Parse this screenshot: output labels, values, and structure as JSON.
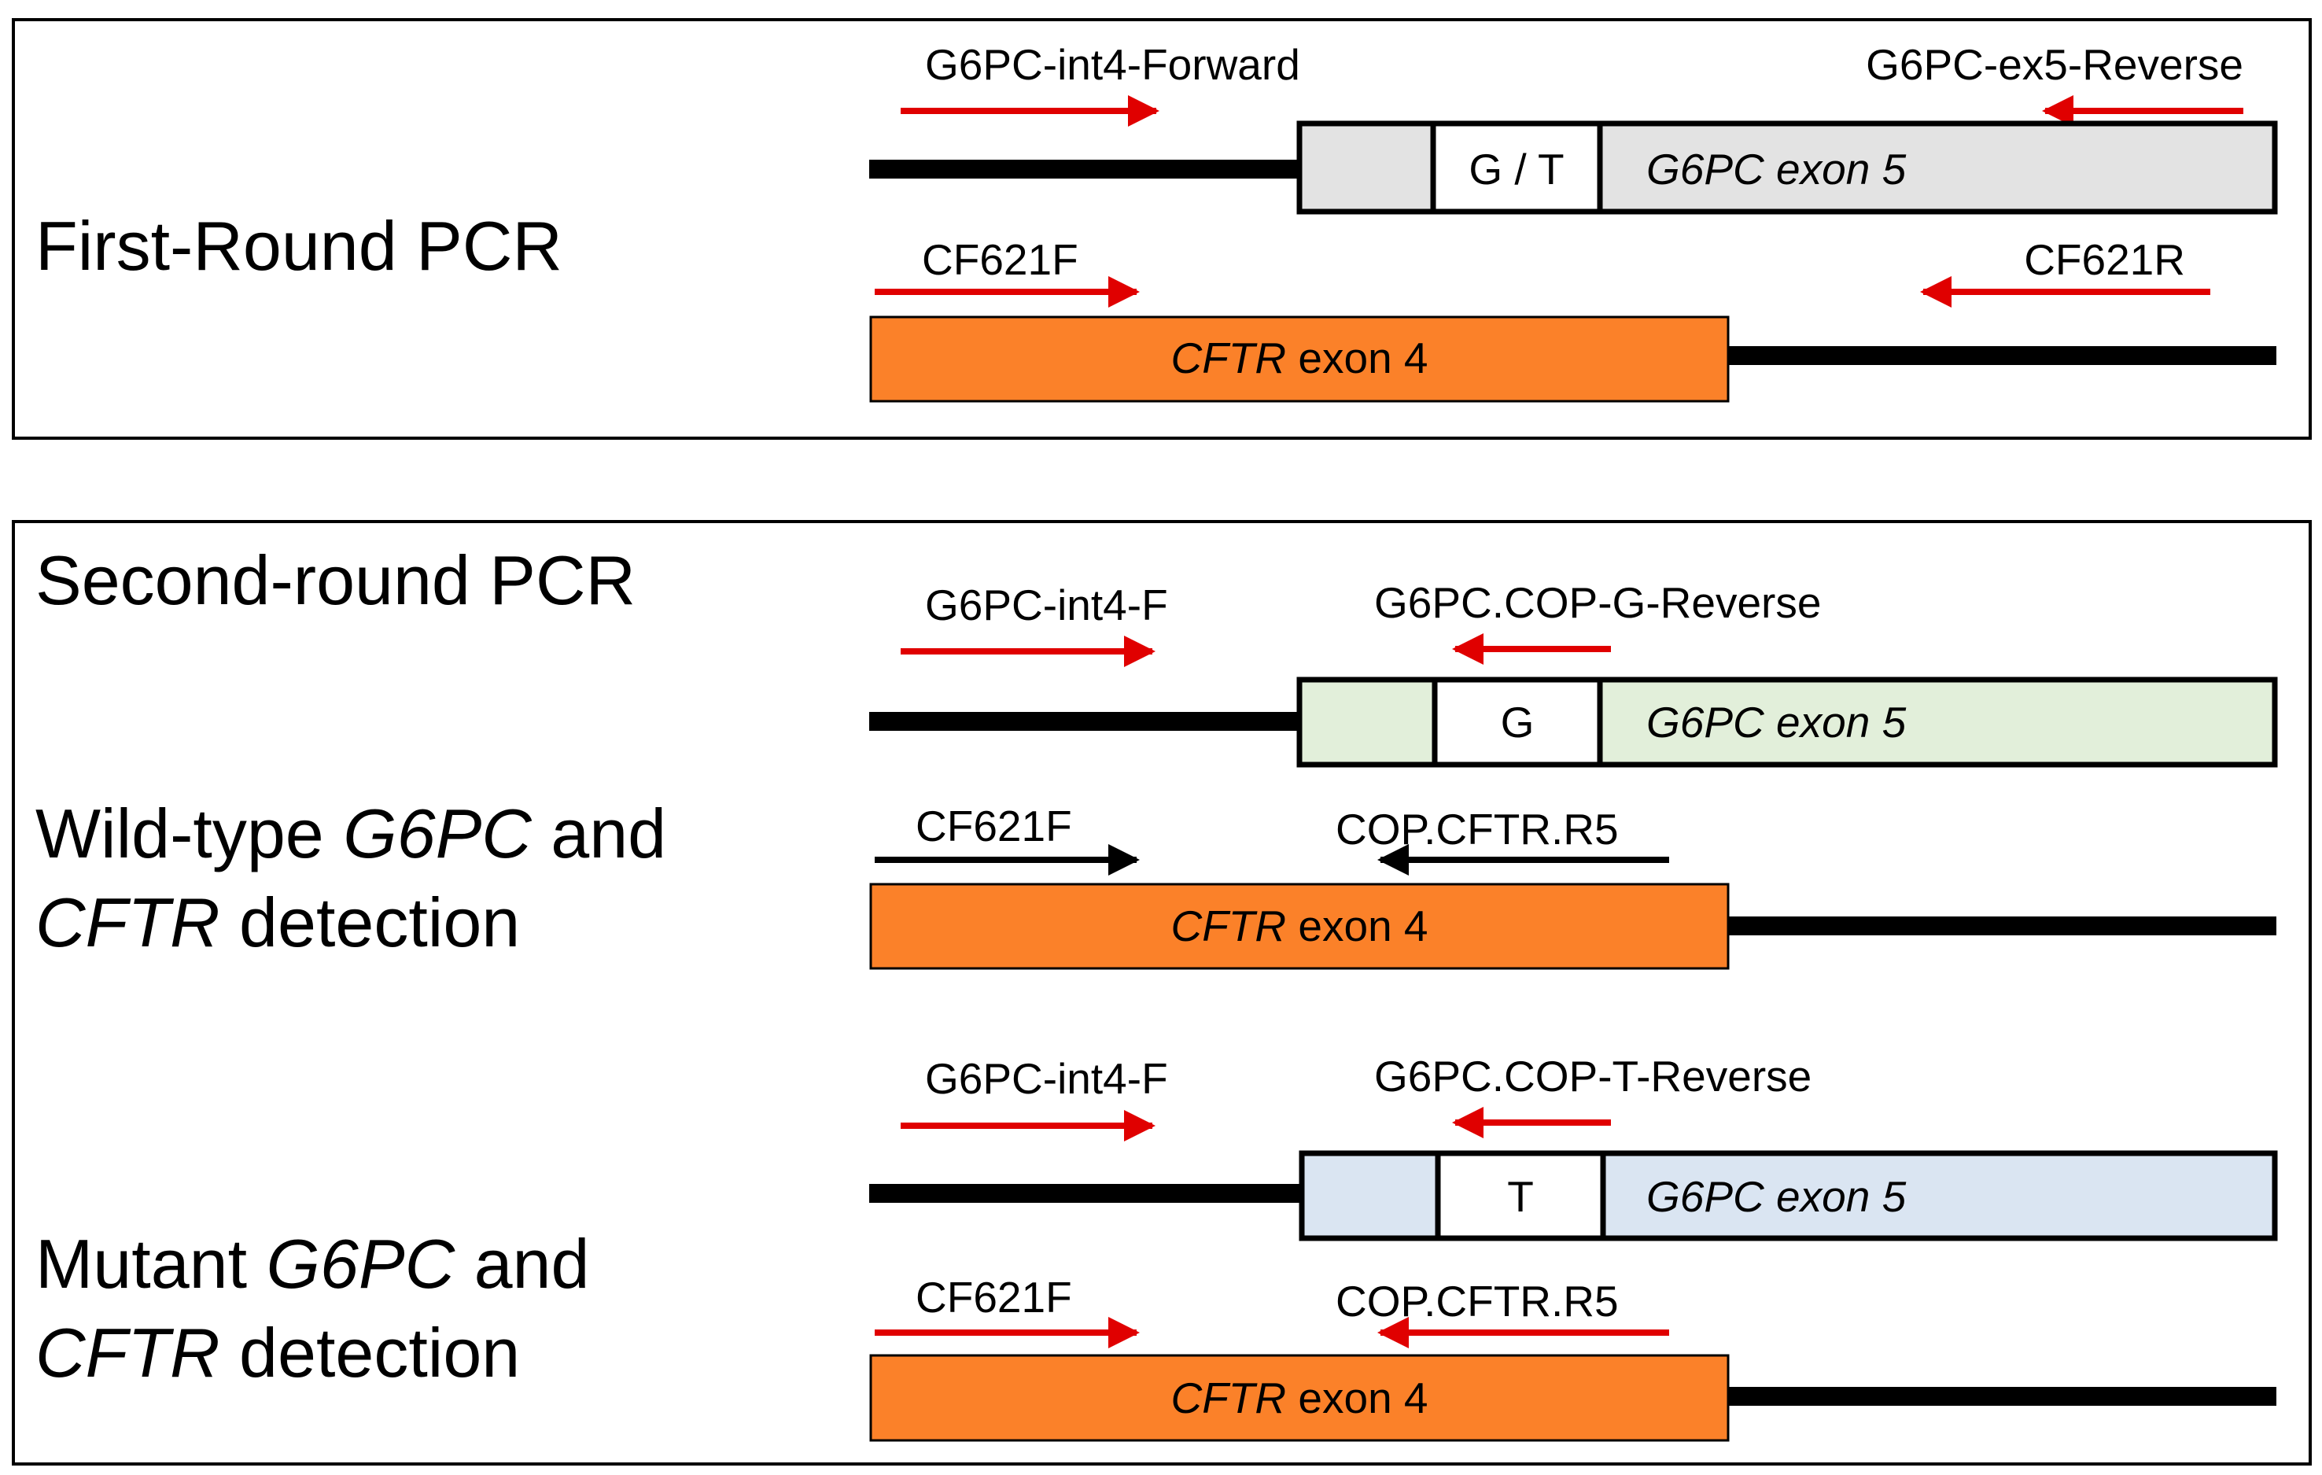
{
  "colors": {
    "primer_red": "#e00000",
    "primer_black": "#000000",
    "g6pc_first_round_fill": "#e3e3e3",
    "g6pc_wildtype_fill": "#e2efda",
    "g6pc_mutant_fill": "#dae5f2",
    "cftr_fill": "#fb8129",
    "allele_box_fill": "#ffffff"
  },
  "first_round": {
    "title": "First-Round PCR",
    "g6pc": {
      "forward_primer": "G6PC-int4-Forward",
      "reverse_primer": "G6PC-ex5-Reverse",
      "allele": "G / T",
      "exon_gene": "G6PC",
      "exon_suffix": " exon 5"
    },
    "cftr": {
      "forward_primer": "CF621F",
      "reverse_primer": "CF621R",
      "exon_gene": "CFTR",
      "exon_suffix": " exon 4"
    }
  },
  "second_round": {
    "title": "Second-round PCR",
    "wildtype": {
      "label_line1_a": "Wild-type ",
      "label_line1_b": "G6PC",
      "label_line1_c": " and",
      "label_line2_a": "CFTR",
      "label_line2_b": " detection",
      "g6pc": {
        "forward_primer": "G6PC-int4-F",
        "reverse_primer": "G6PC.COP-G-Reverse",
        "allele": "G",
        "exon_gene": "G6PC",
        "exon_suffix": " exon 5"
      },
      "cftr": {
        "forward_primer": "CF621F",
        "reverse_primer": "COP.CFTR.R5",
        "exon_gene": "CFTR",
        "exon_suffix": " exon 4"
      }
    },
    "mutant": {
      "label_line1_a": "Mutant ",
      "label_line1_b": "G6PC",
      "label_line1_c": " and",
      "label_line2_a": "CFTR",
      "label_line2_b": " detection",
      "g6pc": {
        "forward_primer": "G6PC-int4-F",
        "reverse_primer": "G6PC.COP-T-Reverse",
        "allele": "T",
        "exon_gene": "G6PC",
        "exon_suffix": " exon 5"
      },
      "cftr": {
        "forward_primer": "CF621F",
        "reverse_primer": "COP.CFTR.R5",
        "exon_gene": "CFTR",
        "exon_suffix": " exon 4"
      }
    }
  }
}
